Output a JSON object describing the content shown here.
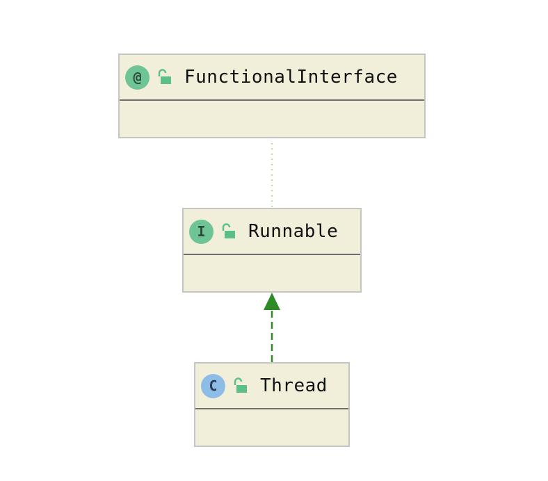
{
  "nodes": {
    "functional_interface": {
      "kind_symbol": "@",
      "name": "FunctionalInterface",
      "kind_icon": "annotation-icon",
      "visibility_icon": "unlocked-icon"
    },
    "runnable": {
      "kind_symbol": "I",
      "name": "Runnable",
      "kind_icon": "interface-icon",
      "visibility_icon": "unlocked-icon"
    },
    "thread": {
      "kind_symbol": "C",
      "name": "Thread",
      "kind_icon": "class-icon",
      "visibility_icon": "unlocked-icon"
    }
  },
  "edges": [
    {
      "from": "runnable",
      "to": "functional_interface",
      "style": "dotted",
      "color": "#9bbd6b"
    },
    {
      "from": "thread",
      "to": "runnable",
      "style": "dashed-arrow",
      "color": "#2e8b25"
    }
  ],
  "colors": {
    "node_fill": "#f1efda",
    "node_border": "#c5c5c5",
    "annotation_badge": "#6fc496",
    "interface_badge": "#6fc496",
    "class_badge": "#8dbde6",
    "lock": "#5cbf85"
  }
}
